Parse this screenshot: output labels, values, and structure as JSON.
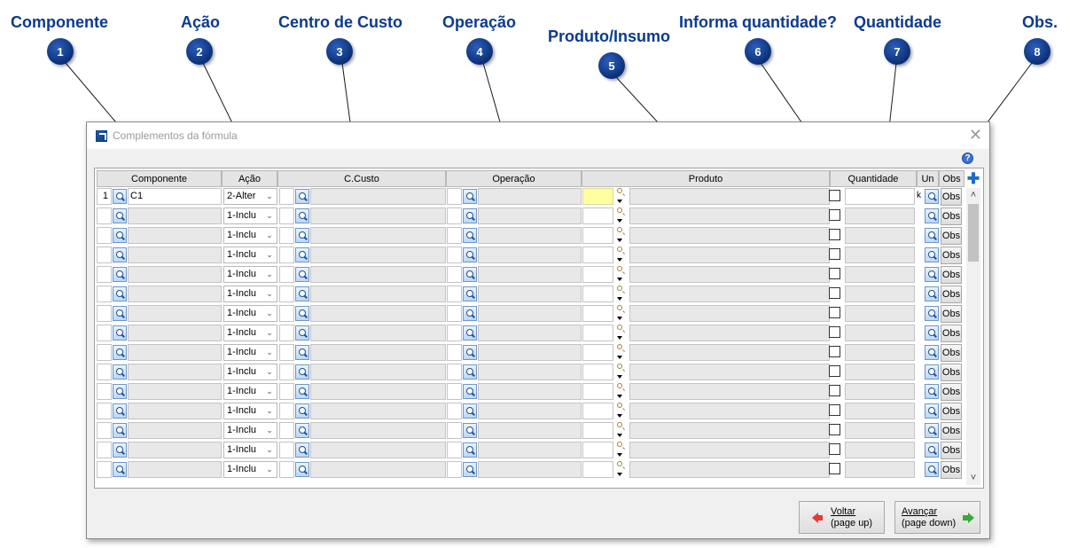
{
  "annotations": [
    {
      "num": "1",
      "title": "Componente"
    },
    {
      "num": "2",
      "title": "Ação"
    },
    {
      "num": "3",
      "title": "Centro de Custo"
    },
    {
      "num": "4",
      "title": "Operação"
    },
    {
      "num": "5",
      "title": "Produto/Insumo"
    },
    {
      "num": "6",
      "title": "Informa quantidade?"
    },
    {
      "num": "7",
      "title": "Quantidade"
    },
    {
      "num": "8",
      "title": "Obs."
    }
  ],
  "window": {
    "title": "Complementos da fórmula",
    "close_glyph": "✕",
    "help_glyph": "?"
  },
  "grid": {
    "headers": {
      "componente": "Componente",
      "acao": "Ação",
      "ccusto": "C.Custo",
      "operacao": "Operação",
      "produto": "Produto",
      "quantidade": "Quantidade",
      "un": "Un",
      "obs": "Obs"
    },
    "add_glyph": "✚",
    "rows": [
      {
        "index": "1",
        "componente": "C1",
        "acao": "2-Alter",
        "un_fragment": "k",
        "obs": "Obs"
      },
      {
        "index": "",
        "componente": "",
        "acao": "1-Inclu",
        "un_fragment": "",
        "obs": "Obs"
      },
      {
        "index": "",
        "componente": "",
        "acao": "1-Inclu",
        "un_fragment": "",
        "obs": "Obs"
      },
      {
        "index": "",
        "componente": "",
        "acao": "1-Inclu",
        "un_fragment": "",
        "obs": "Obs"
      },
      {
        "index": "",
        "componente": "",
        "acao": "1-Inclu",
        "un_fragment": "",
        "obs": "Obs"
      },
      {
        "index": "",
        "componente": "",
        "acao": "1-Inclu",
        "un_fragment": "",
        "obs": "Obs"
      },
      {
        "index": "",
        "componente": "",
        "acao": "1-Inclu",
        "un_fragment": "",
        "obs": "Obs"
      },
      {
        "index": "",
        "componente": "",
        "acao": "1-Inclu",
        "un_fragment": "",
        "obs": "Obs"
      },
      {
        "index": "",
        "componente": "",
        "acao": "1-Inclu",
        "un_fragment": "",
        "obs": "Obs"
      },
      {
        "index": "",
        "componente": "",
        "acao": "1-Inclu",
        "un_fragment": "",
        "obs": "Obs"
      },
      {
        "index": "",
        "componente": "",
        "acao": "1-Inclu",
        "un_fragment": "",
        "obs": "Obs"
      },
      {
        "index": "",
        "componente": "",
        "acao": "1-Inclu",
        "un_fragment": "",
        "obs": "Obs"
      },
      {
        "index": "",
        "componente": "",
        "acao": "1-Inclu",
        "un_fragment": "",
        "obs": "Obs"
      },
      {
        "index": "",
        "componente": "",
        "acao": "1-Inclu",
        "un_fragment": "",
        "obs": "Obs"
      },
      {
        "index": "",
        "componente": "",
        "acao": "1-Inclu",
        "un_fragment": "",
        "obs": "Obs"
      }
    ]
  },
  "buttons": {
    "voltar": {
      "label": "Voltar",
      "hint": "(page up)"
    },
    "avancar": {
      "label": "Avançar",
      "hint": "(page down)"
    }
  },
  "colors": {
    "annotation": "#0b3a8f",
    "product_highlight": "#ffff9f",
    "add_icon": "#1a6dcc",
    "back_arrow": "#e23a3a",
    "forward_arrow": "#3aa83a"
  }
}
